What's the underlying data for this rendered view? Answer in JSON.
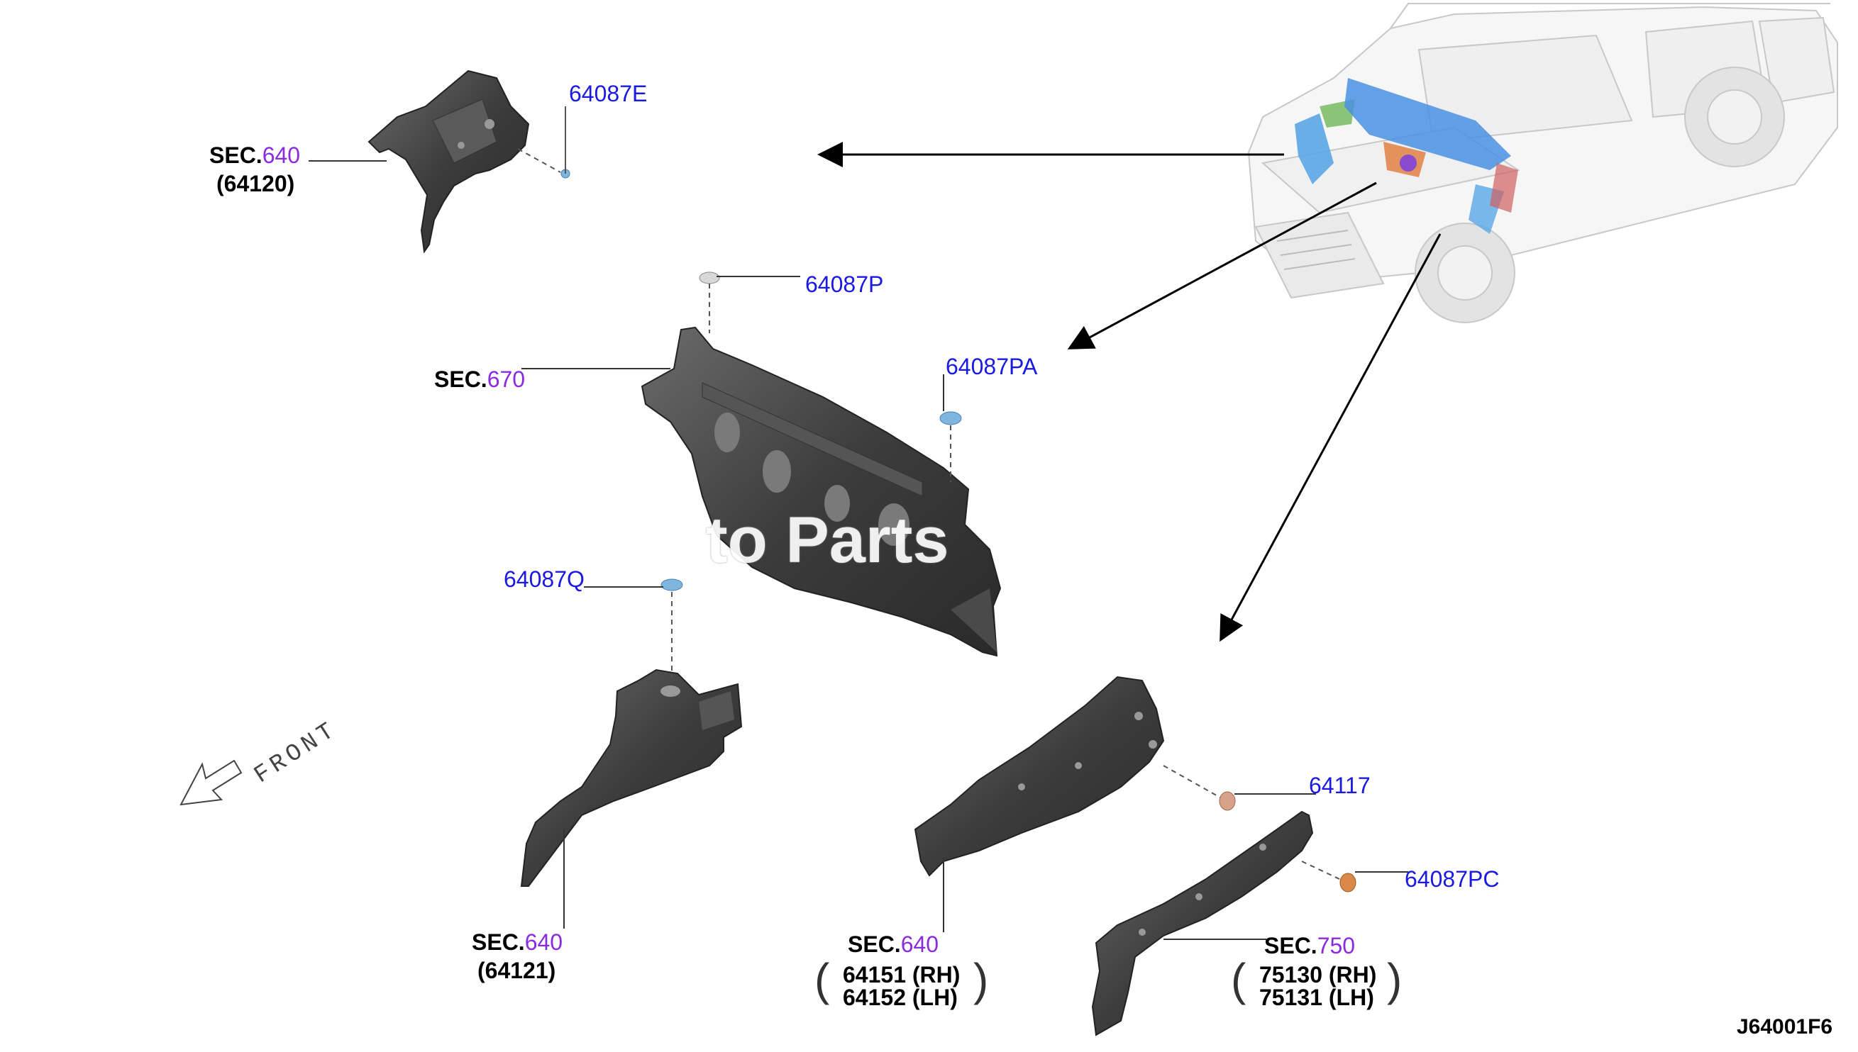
{
  "watermark": "to Parts",
  "front_label": "FRONT",
  "diagram_code": "J64001F6",
  "sec_prefix": "SEC.",
  "callouts": {
    "p64087E": "64087E",
    "p64087P": "64087P",
    "p64087PA": "64087PA",
    "p64087Q": "64087Q",
    "p64117": "64117",
    "p64087PC": "64087PC"
  },
  "sections": {
    "top_left": {
      "sec": "640",
      "part": "(64120)"
    },
    "dash": {
      "sec": "670"
    },
    "mid_left": {
      "sec": "640",
      "part": "(64121)"
    },
    "mid_right": {
      "sec": "640",
      "part_rh": "64151 (RH)",
      "part_lh": "64152 (LH)"
    },
    "bottom_right": {
      "sec": "750",
      "part_rh": "75130 (RH)",
      "part_lh": "75131 (LH)"
    }
  },
  "colors": {
    "callout": "#1a1ae0",
    "sec_number": "#8a2be2",
    "part_dark": "#3a3a3a",
    "clip_blue": "#7fb6e0",
    "clip_orange": "#d98a4a"
  }
}
